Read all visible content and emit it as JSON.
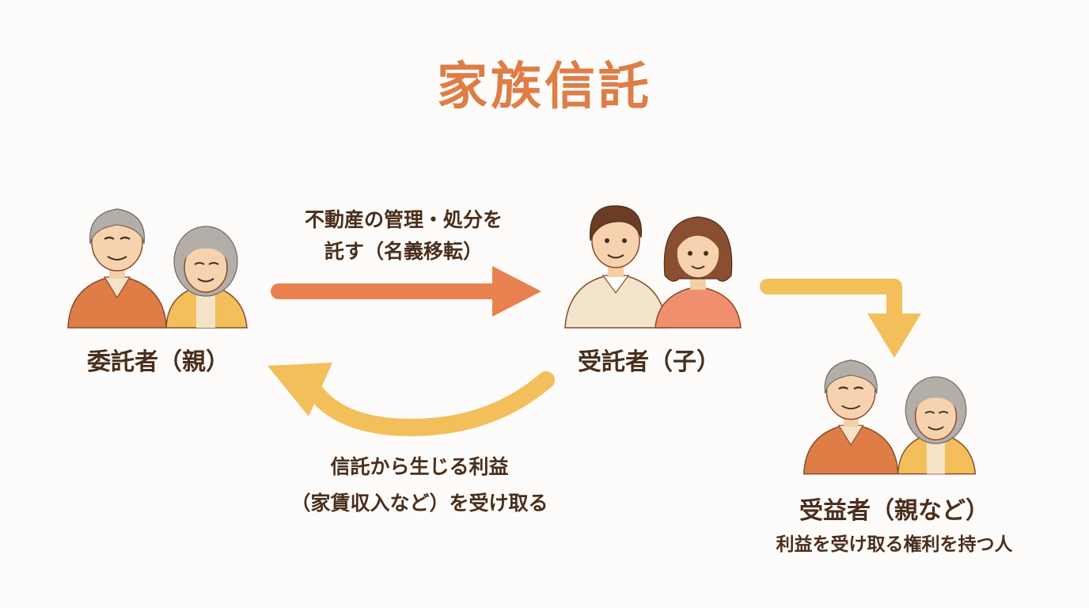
{
  "title": "家族信託",
  "settlor": {
    "label": "委託者（親）"
  },
  "trustee": {
    "label": "受託者（子）"
  },
  "beneficiary": {
    "label": "受益者（親など）",
    "sublabel": "利益を受け取る権利を持つ人"
  },
  "arrow_forward": {
    "line1": "不動産の管理・処分を",
    "line2": "託す（名義移転）"
  },
  "arrow_back": {
    "line1": "信託から生じる利益",
    "line2": "（家賃収入など）を受け取る"
  },
  "colors": {
    "title": "#df7d47",
    "arrow_orange": "#e8814f",
    "arrow_yellow": "#f2bf5b",
    "text": "#4a2e1c"
  }
}
